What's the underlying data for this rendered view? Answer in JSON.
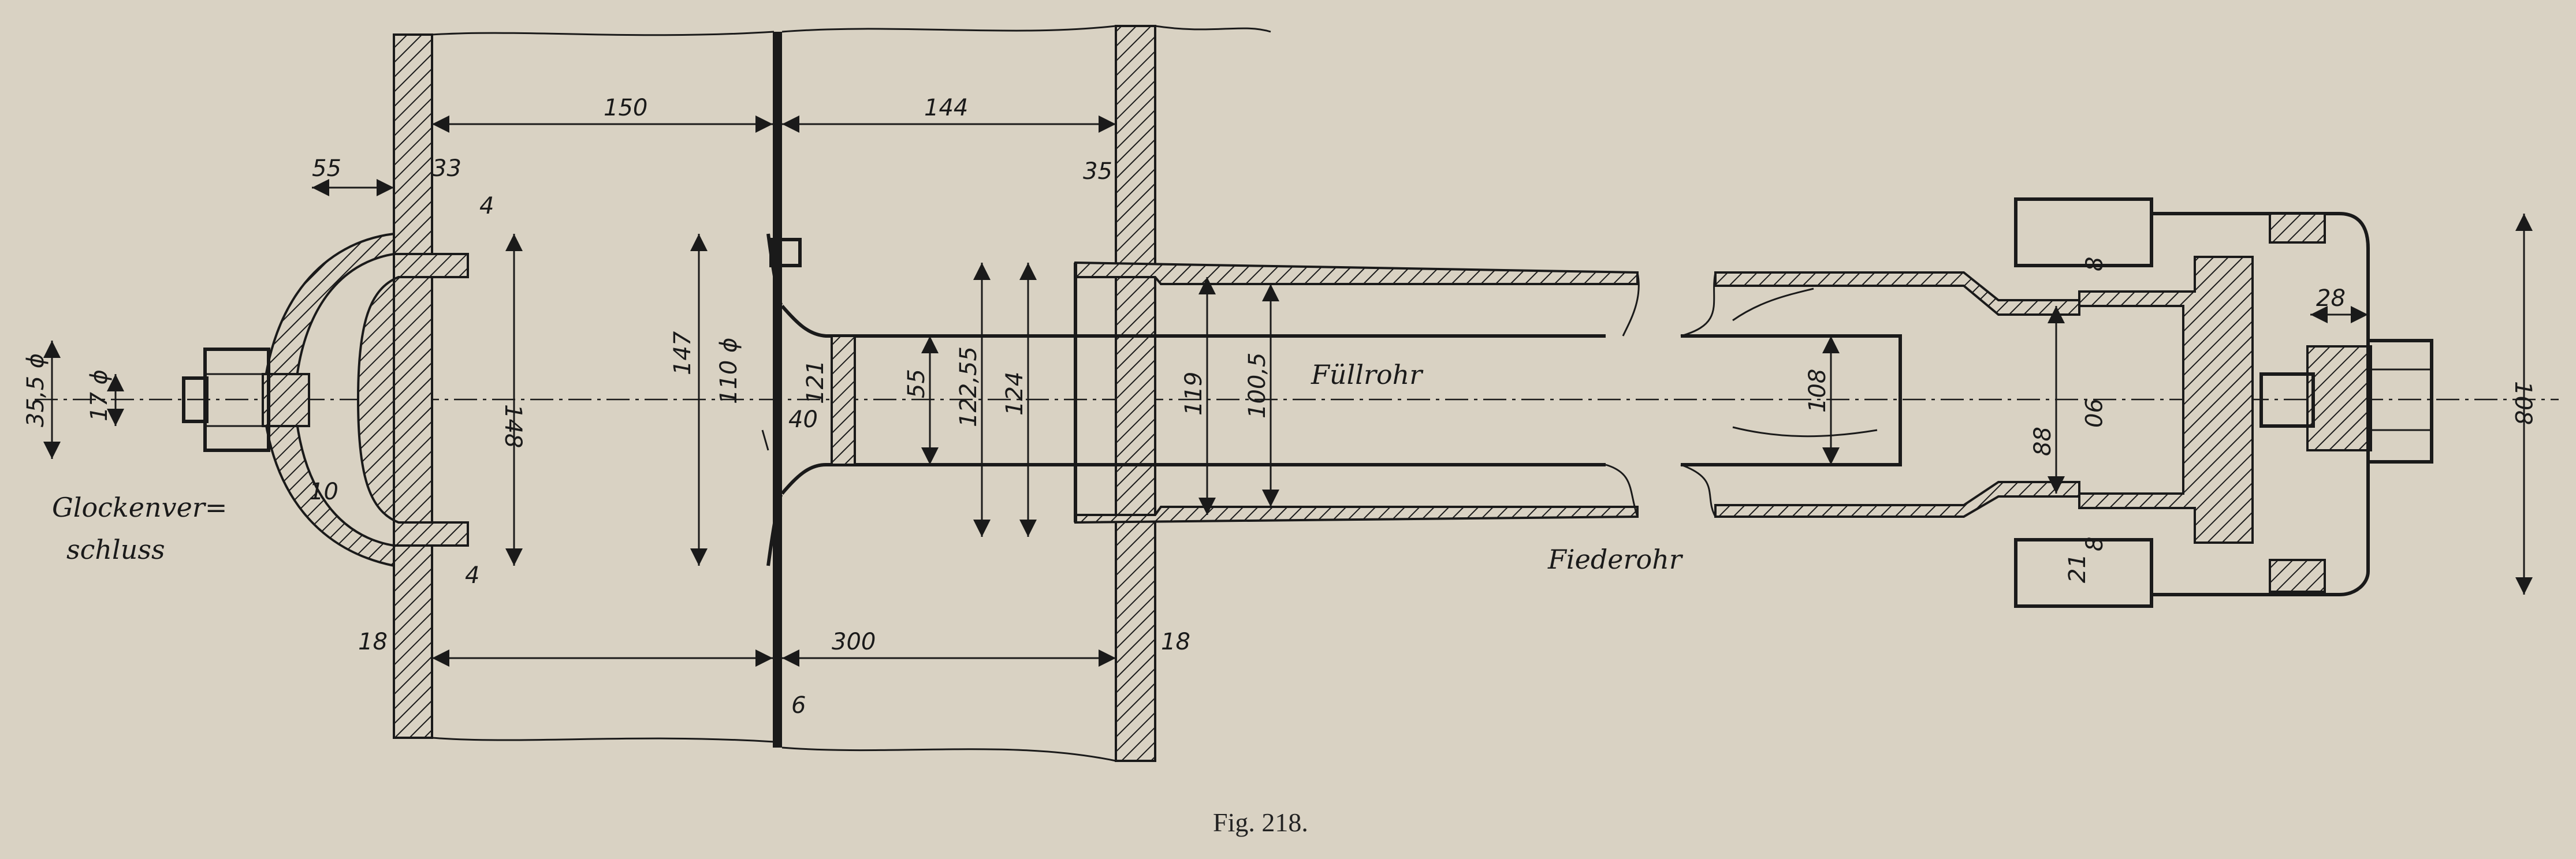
{
  "figure": {
    "caption": "Fig. 218.",
    "labels": {
      "fill_pipe": "Füllrohr",
      "drop_pipe": "Fiederohr",
      "bell_closure_line1": "Glockenver=",
      "bell_closure_line2": "schluss"
    },
    "dimensions": {
      "d55_top": "55",
      "d33": "33",
      "d4_top": "4",
      "d150": "150",
      "d144": "144",
      "d35": "35",
      "d148": "148",
      "d147": "147",
      "d110": "110 ϕ",
      "d121": "121",
      "d40": "40",
      "d55_mid": "55",
      "d122": "122,55",
      "d124": "124",
      "d119": "119",
      "d1005": "100,5",
      "d108_mid": "108",
      "d90": "90",
      "d88": "88",
      "d8_top": "8",
      "d8_bot": "8",
      "d21": "21",
      "d28": "28",
      "d108_right": "108",
      "d355": "35,5 ϕ",
      "d17": "17 ϕ",
      "d10": "10",
      "d4_bot": "4",
      "d18_left": "18",
      "d300": "300",
      "d18_right": "18",
      "d6": "6"
    }
  }
}
